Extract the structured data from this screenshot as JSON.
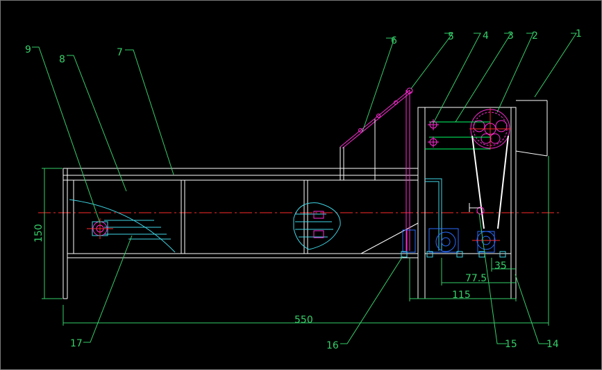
{
  "drawing": {
    "callouts": [
      "1",
      "2",
      "3",
      "4",
      "5",
      "6",
      "7",
      "8",
      "9",
      "14",
      "15",
      "16",
      "17"
    ],
    "dimensions": {
      "overall_length": "550",
      "height": "150",
      "box_width": "115",
      "inner_offset": "77.5",
      "small_offset": "35"
    }
  },
  "colors": {
    "background": "#000000",
    "frame": "#ffffff",
    "dimension": "#35d06a",
    "centerline": "#ff2a2a",
    "parts": "#ff2bd6",
    "blue_parts": "#2a6cff",
    "cyan_parts": "#3fd8e8",
    "green_parts": "#00ff66"
  }
}
